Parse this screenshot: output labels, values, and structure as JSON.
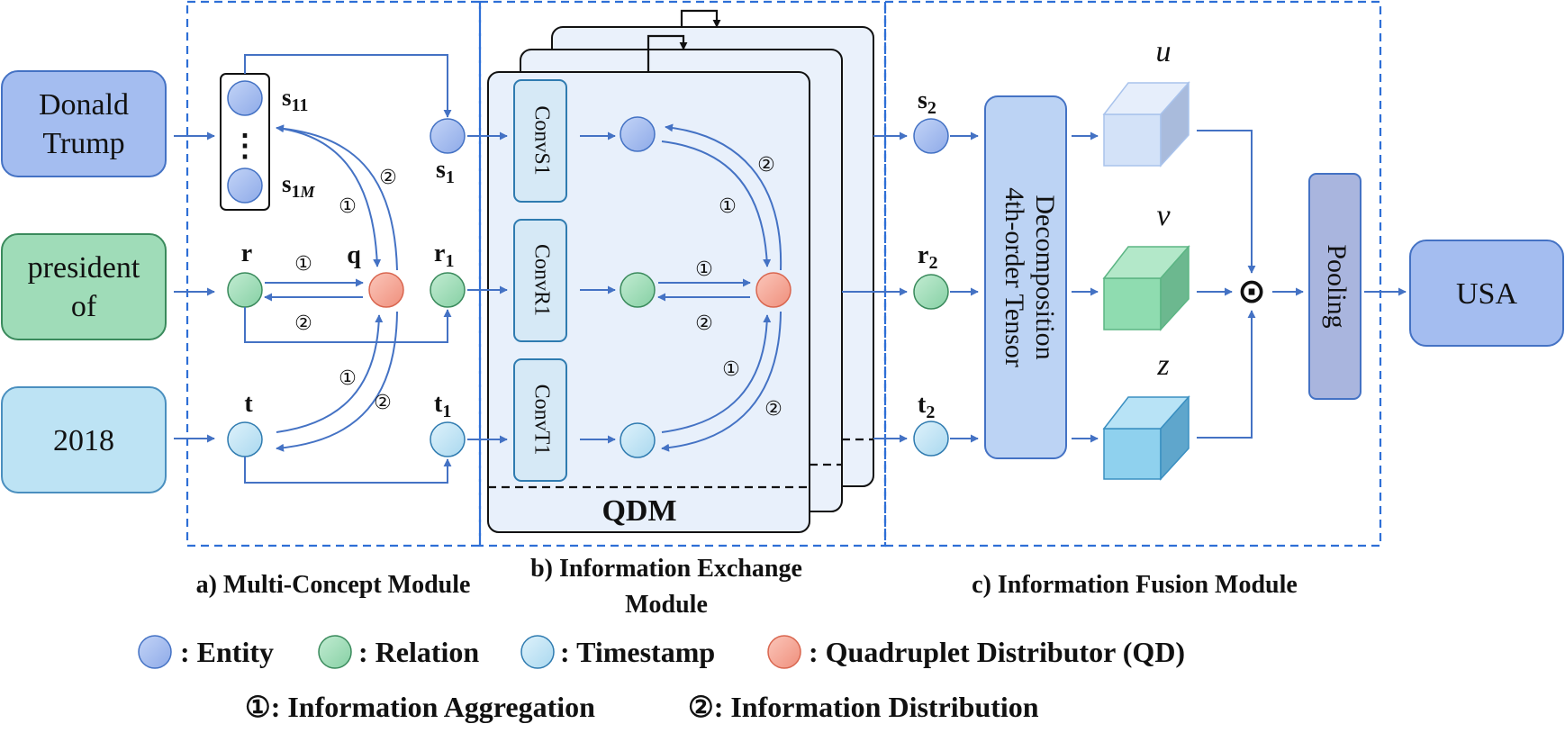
{
  "inputs": {
    "subject_line1": "Donald",
    "subject_line2": "Trump",
    "relation_line1": "president",
    "relation_line2": "of",
    "time": "2018",
    "output": "USA"
  },
  "multi_concept": {
    "s11_main": "s",
    "s11_sub": "11",
    "s1M_main": "s",
    "s1M_sub": "1",
    "s1M_sub2": "M",
    "r": "r",
    "q": "q",
    "t": "t",
    "s1_main": "s",
    "s1_sub": "1",
    "r1_main": "r",
    "r1_sub": "1",
    "t1_main": "t",
    "t1_sub": "1",
    "ellipsis": "⋮"
  },
  "exchange": {
    "conv_s": "ConvS1",
    "conv_r": "ConvR1",
    "conv_t": "ConvT1",
    "qdm": "QDM"
  },
  "fusion": {
    "s2_main": "s",
    "s2_sub": "2",
    "r2_main": "r",
    "r2_sub": "2",
    "t2_main": "t",
    "t2_sub": "2",
    "decomp_line1": "4th-order Tensor",
    "decomp_line2": "Decomposition",
    "u": "u",
    "v": "v",
    "z": "z",
    "odot": "⊙",
    "pooling": "Pooling"
  },
  "marks": {
    "one": "①",
    "two": "②"
  },
  "captions": {
    "a": "a) Multi-Concept Module",
    "b_line1": "b) Information Exchange",
    "b_line2": "Module",
    "c": "c) Information Fusion Module"
  },
  "legend": {
    "entity": ": Entity",
    "relation": ": Relation",
    "timestamp": ": Timestamp",
    "qd": ": Quadruplet Distributor (QD)",
    "aggregation": "①:  Information Aggregation",
    "distribution": "②:  Information Distribution"
  },
  "colors": {
    "entity": "#a4bdf0",
    "relation": "#9fdcb8",
    "timestamp": "#bde3f4",
    "qd": "#f5a898",
    "arrow": "#4472c4",
    "dashed": "#2e6fd6",
    "qdm_bg": "#e8f0fb",
    "pooling": "#a9b5de",
    "decomp": "#bcd3f4"
  }
}
